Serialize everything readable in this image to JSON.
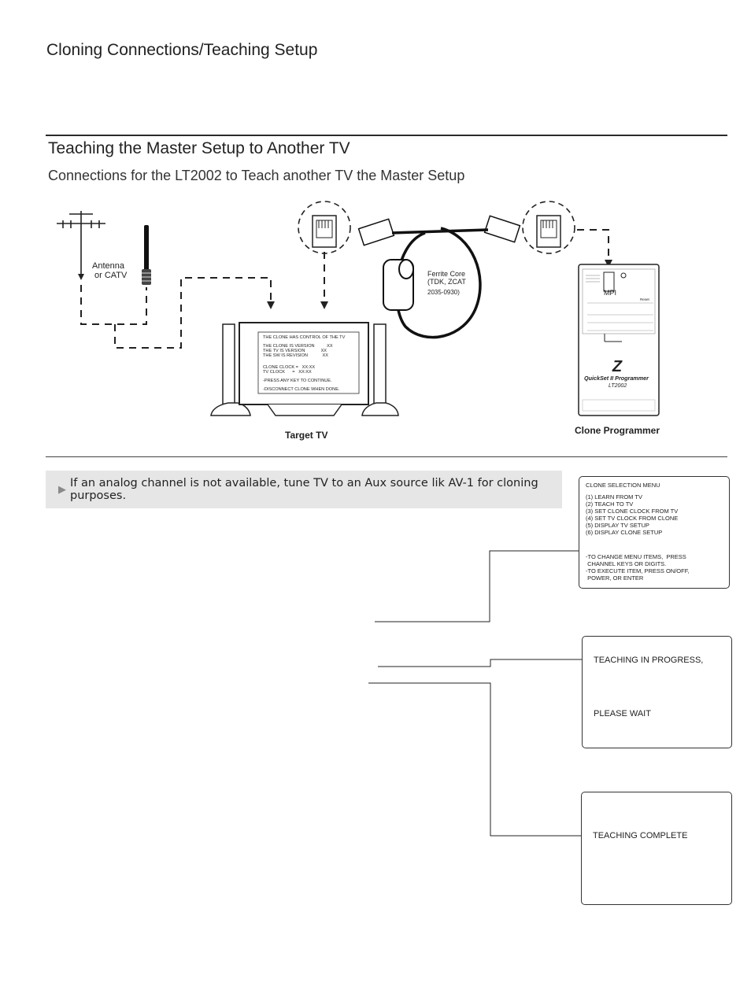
{
  "page": {
    "title": "Cloning Connections/Teaching Setup",
    "section_title": "Teaching the Master Setup to Another TV",
    "subtitle": "Connections for the LT2002 to Teach another TV the Master Setup"
  },
  "diagram": {
    "antenna_label_1": "Antenna",
    "antenna_label_2": "or CATV",
    "ferrite_label_1": "Ferrite Core",
    "ferrite_label_2": "(TDK, ZCAT",
    "ferrite_label_3": "2035-0930)",
    "tv_label": "Target TV",
    "programmer_label": "Clone Programmer",
    "tv_screen_lines": [
      "THE CLONE HAS CONTROL OF THE TV",
      "THE CLONE IS VERSION          XX",
      "THE TV IS VERSION             XX",
      "THE SW IS REVISION            XX",
      "CLONE CLOCK =   XX:XX",
      "TV CLOCK      =   XX:XX",
      "-PRESS ANY KEY TO CONTINUE.",
      "-DISCONNECT CLONE WHEN DONE."
    ],
    "programmer": {
      "mpi": "MPI",
      "reset": "Reset",
      "brand_name": "QuickSet II Programmer",
      "model": "LT2002",
      "logo": "Z"
    }
  },
  "note": {
    "text": "If an analog channel is not available, tune TV to an Aux source lik AV-1 for cloning purposes."
  },
  "screens": {
    "menu": {
      "title": "CLONE SELECTION MENU",
      "items": [
        "(1) LEARN FROM TV",
        "(2) TEACH TO TV",
        "(3) SET CLONE CLOCK FROM TV",
        "(4) SET TV CLOCK FROM CLONE",
        "(5) DISPLAY TV SETUP",
        "(6) DISPLAY CLONE SETUP"
      ],
      "instructions": [
        "-TO CHANGE MENU ITEMS,  PRESS",
        " CHANNEL KEYS OR DIGITS.",
        "-TO EXECUTE ITEM, PRESS ON/OFF,",
        " POWER, OR ENTER"
      ]
    },
    "progress": {
      "line1": "TEACHING IN PROGRESS,",
      "line2": "PLEASE WAIT"
    },
    "complete": {
      "line1": "TEACHING COMPLETE"
    }
  }
}
